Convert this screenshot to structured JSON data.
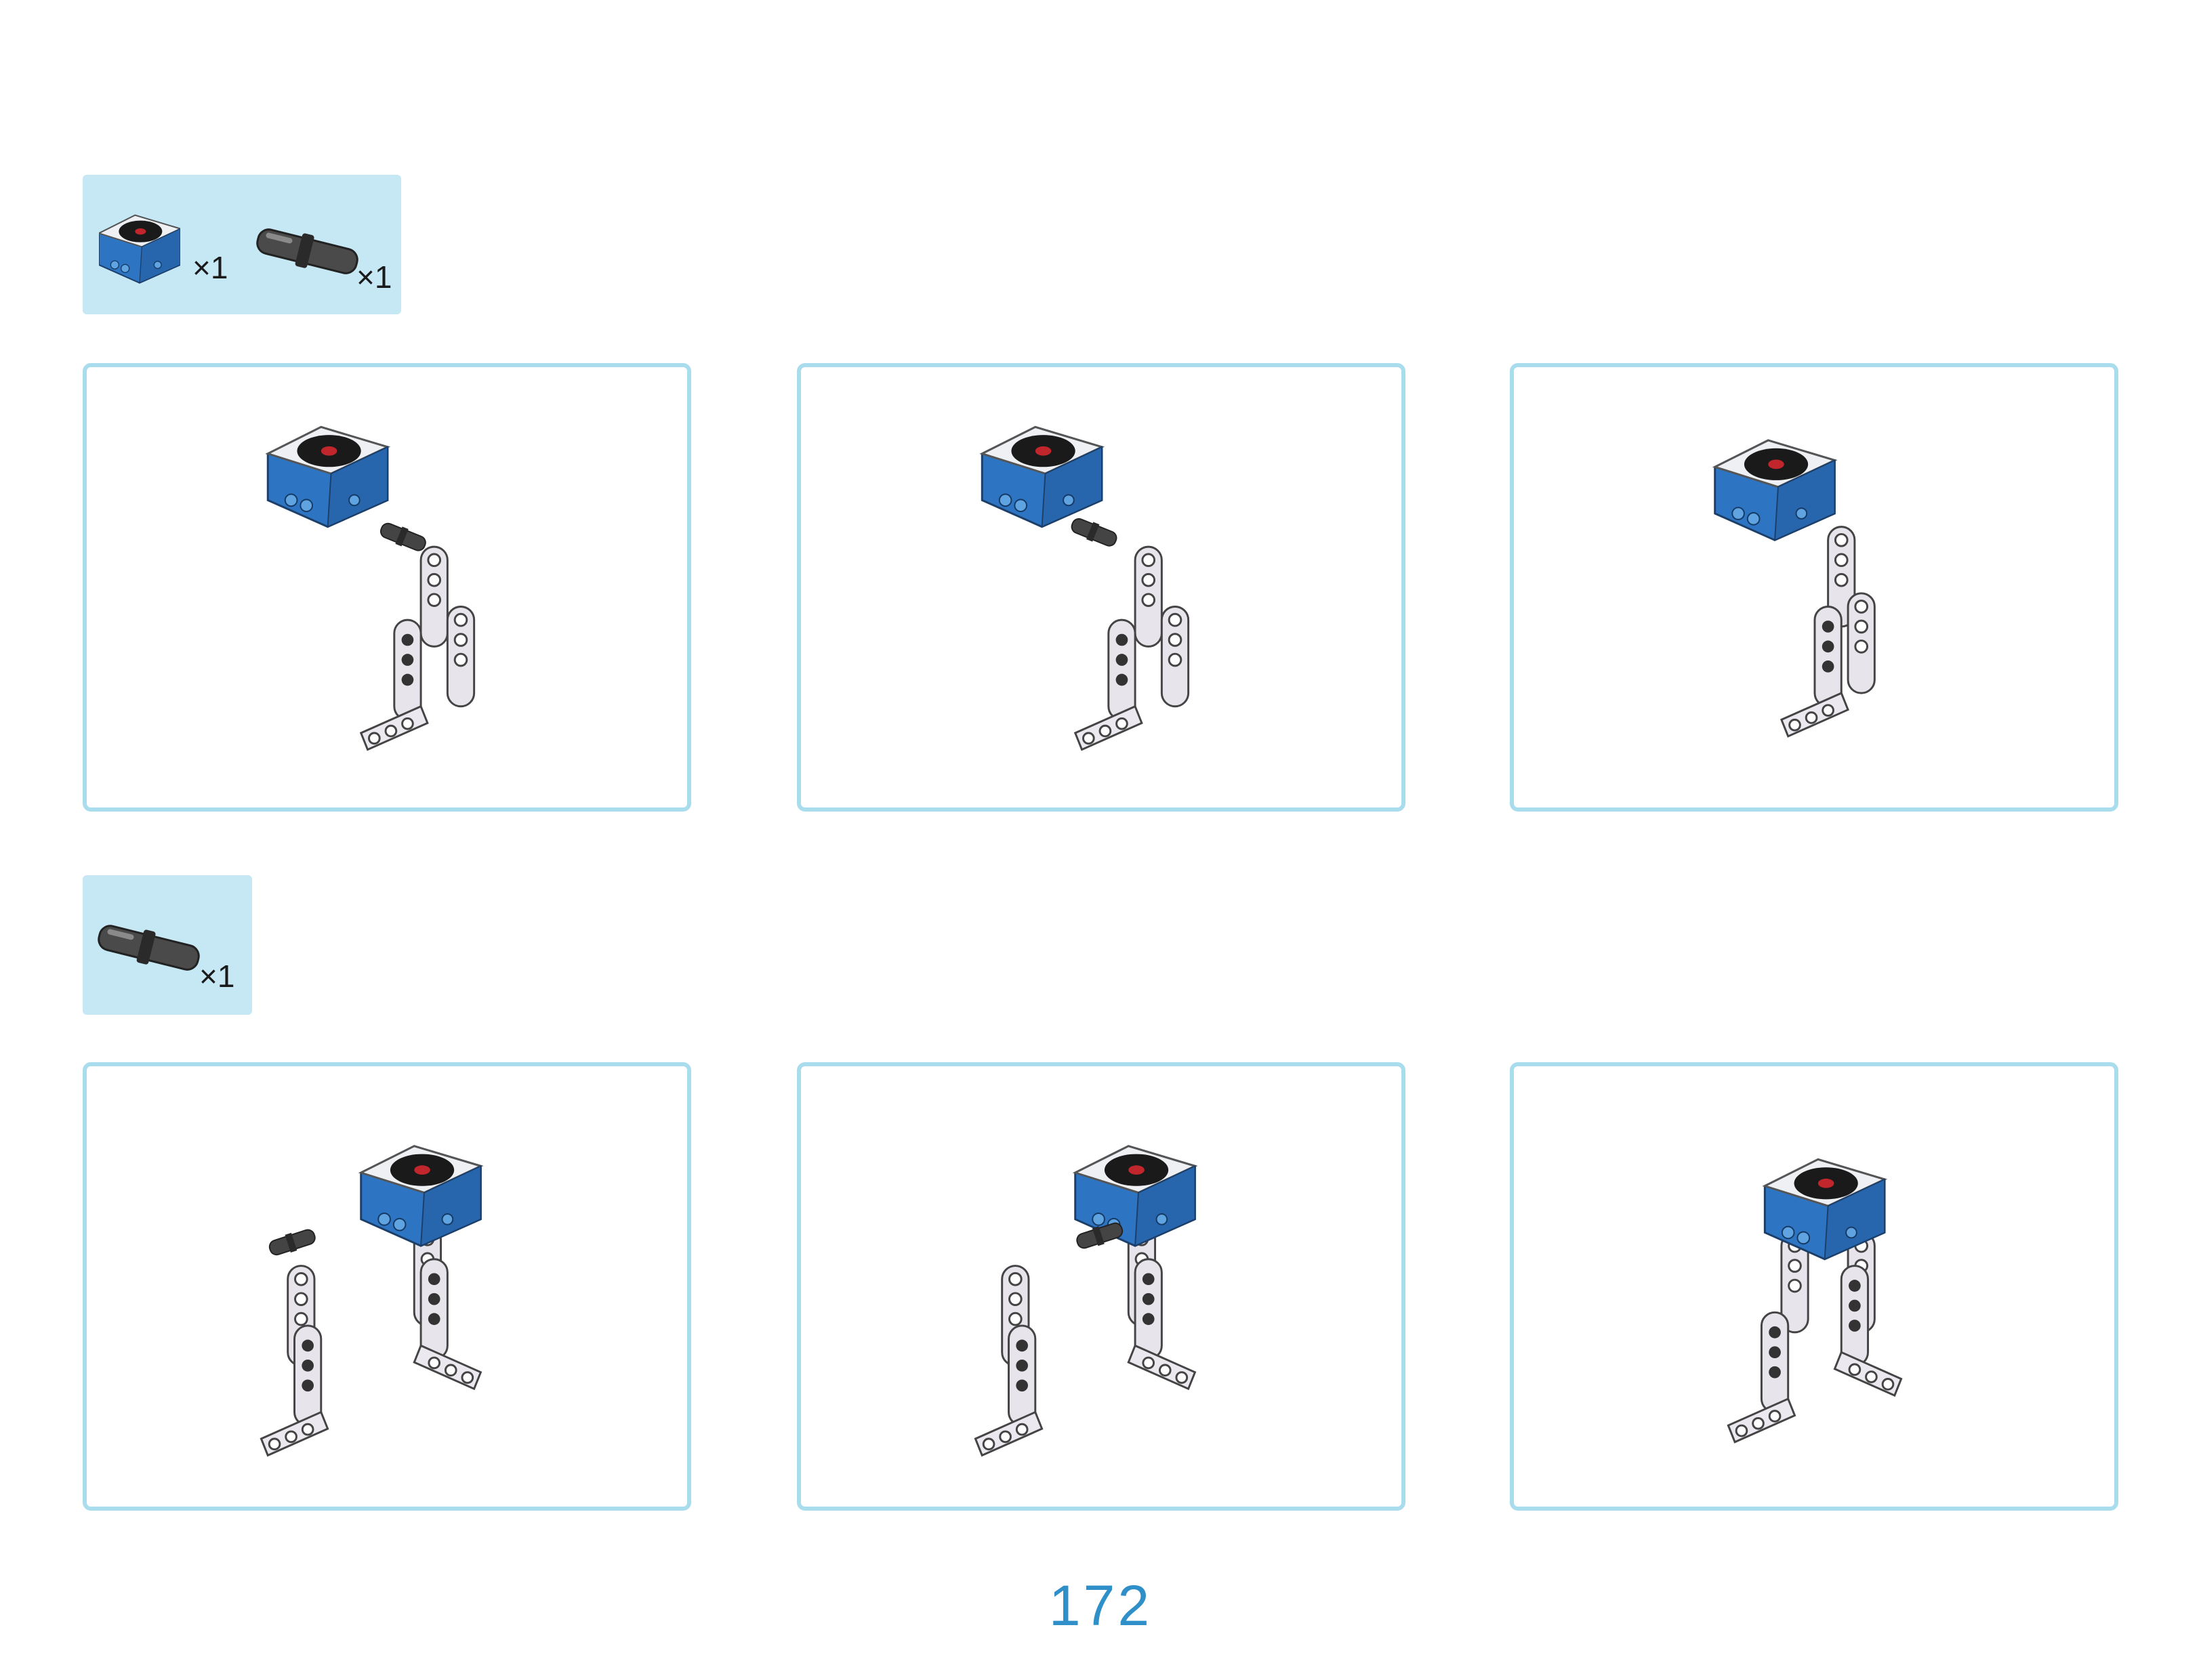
{
  "parts_lists": [
    {
      "items": [
        {
          "icon": "sensor-module-icon",
          "quantity": "×1"
        },
        {
          "icon": "connector-pin-icon",
          "quantity": "×1"
        }
      ]
    },
    {
      "items": [
        {
          "icon": "connector-pin-icon",
          "quantity": "×1"
        }
      ]
    }
  ],
  "steps": [
    {
      "icon": "assembly-step-1-illustration"
    },
    {
      "icon": "assembly-step-2-illustration"
    },
    {
      "icon": "assembly-step-3-illustration"
    },
    {
      "icon": "assembly-step-4-illustration"
    },
    {
      "icon": "assembly-step-5-illustration"
    },
    {
      "icon": "assembly-step-6-illustration"
    }
  ],
  "colors": {
    "panel_bg": "#c6e7f4",
    "frame": "#a9dcec",
    "module_blue": "#2d74c2",
    "beam": "#e6e2ea",
    "page_number": "#2f8fc8"
  },
  "page_number": "172"
}
